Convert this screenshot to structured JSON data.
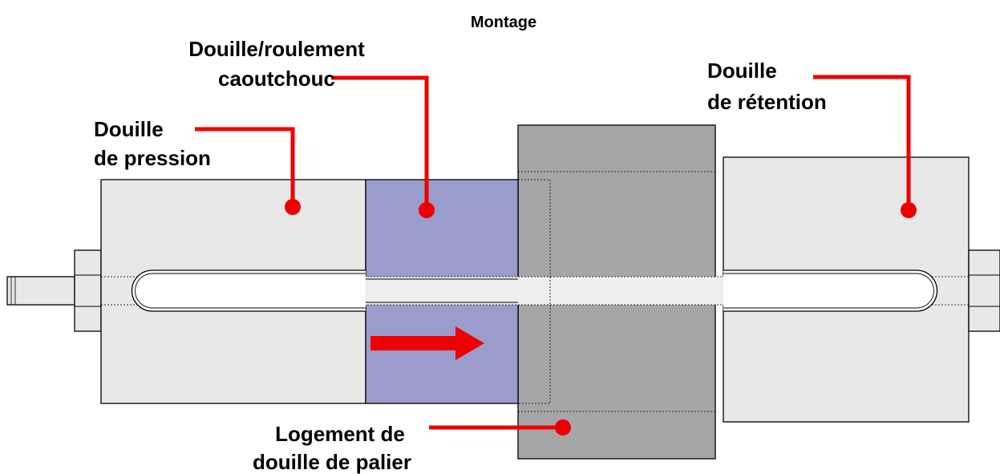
{
  "title": "Montage",
  "labels": {
    "bushing_line1": "Douille/roulement",
    "bushing_line2": "caoutchouc",
    "pressure_line1": "Douille",
    "pressure_line2": "de pression",
    "retention_line1": "Douille",
    "retention_line2": "de rétention",
    "housing_line1": "Logement de",
    "housing_line2": "douille de palier"
  },
  "colors": {
    "light_part": "#e8e8e8",
    "rubber_bushing": "#9a9ccb",
    "housing": "#a6a6a6",
    "rod": "#eeeeee",
    "leader": "#ee0000",
    "arrow": "#ee0000",
    "outline": "#000000"
  }
}
